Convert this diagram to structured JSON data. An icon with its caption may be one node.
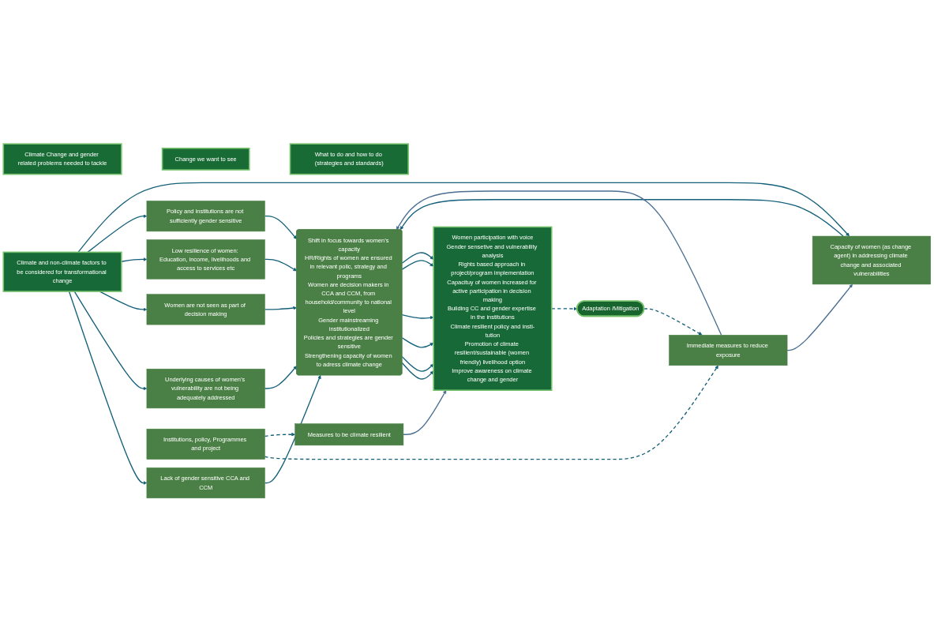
{
  "diagram": {
    "nodes": [
      {
        "text": [
          "Climate Change and gender related problems needed to tackle"
        ]
      },
      {
        "text": [
          "Change we want to see"
        ]
      },
      {
        "text": [
          "What to do and how to do (strategies and standards)"
        ]
      },
      {
        "text": [
          "Climate and non-climate factors to be considered for transformational change"
        ]
      },
      {
        "text": [
          "Lack of gender sensitive CCA and CCM"
        ]
      },
      {
        "text": [
          "Underlying causes of women’s vulnerability are not being adequately addressed"
        ]
      },
      {
        "text": [
          "Women are not seen as part of decision making"
        ]
      },
      {
        "text": [
          "Low resilience of women: Education, income, livelihoods and access to services etc"
        ]
      },
      {
        "text": [
          "Policy and institutions are not sufficiently gender sensitive"
        ]
      },
      {
        "text": [
          "Capacity of women (as change agent) in addressing climate change and associated vulnerabilities"
        ]
      },
      {
        "text": [
          "Shift in focus towards women’s capacity",
          "HR/Rights of women are ensured in relevant polic, strategy and programs",
          "Women are decision makers in CCA and CCM, from household/community to national level",
          "Gender mainstreaming institutionalized",
          "Policies and strategies are gender sensitive",
          "Strengthening capacity of women to adress climate change"
        ]
      },
      {
        "text": [
          "Women participation with voice",
          "Gender sensetive and vulnerability analysis",
          "Rights based approach in project/program implementation",
          "Capacituy of women increased for active participation in decision making",
          "Building CC and gender expertise in the institutions",
          "Climate resilient policy and insti-tution",
          "Promotion of climate resilient/sustainable (women friendly) livelihood option",
          "Improve awareness on climate change and gender"
        ]
      },
      {
        "text": [
          "Immediate measures to reduce exposure"
        ]
      },
      {
        "text": [
          "Adaptation /Mitigation"
        ]
      },
      {
        "text": [
          "Institutions, policy, Programmes and project"
        ]
      },
      {
        "text": [
          "Measures to be climate resilient"
        ]
      }
    ],
    "edges": [
      {
        "from": 3,
        "to": 4,
        "arrow": "to"
      },
      {
        "from": 3,
        "to": 5,
        "arrow": "to"
      },
      {
        "from": 3,
        "to": 6,
        "arrow": "to"
      },
      {
        "from": 3,
        "to": 7,
        "arrow": "to"
      },
      {
        "from": 3,
        "to": 8,
        "arrow": "to"
      },
      {
        "from": 3,
        "to": 9,
        "arrow": "to"
      },
      {
        "from": 4,
        "to": 10,
        "arrow": "to"
      },
      {
        "from": 5,
        "to": 10,
        "arrow": "to"
      },
      {
        "from": 6,
        "to": 10,
        "arrow": "to"
      },
      {
        "from": 7,
        "to": 10,
        "arrow": "to"
      },
      {
        "from": 8,
        "to": 10,
        "arrow": "to"
      },
      {
        "from": 9,
        "to": 10,
        "arrow": "to"
      },
      {
        "from": 10,
        "to": 11,
        "arrow": "to"
      },
      {
        "from": 10,
        "to": 11,
        "arrow": "to"
      },
      {
        "from": 10,
        "to": 11,
        "arrow": "to"
      },
      {
        "from": 10,
        "to": 11,
        "arrow": "to"
      },
      {
        "from": 10,
        "to": 11,
        "arrow": "to"
      },
      {
        "from": 10,
        "to": 11,
        "arrow": "to"
      },
      {
        "from": 12,
        "to": 9,
        "arrow": "to",
        "color": "#4a6f92"
      },
      {
        "from": 12,
        "to": 10,
        "arrow": "to",
        "color": "#4a6f92"
      },
      {
        "from": 13,
        "to": 12,
        "arrow": "to",
        "style": "dashed"
      },
      {
        "from": 14,
        "to": 12,
        "arrow": "to",
        "style": "dashed"
      },
      {
        "from": 14,
        "to": 15,
        "arrow": "to",
        "style": "dashed"
      },
      {
        "from": 15,
        "to": 11,
        "arrow": "to",
        "color": "#4a6f92"
      },
      {
        "from": 11,
        "to": 13,
        "arrow": "to",
        "style": "dashed"
      }
    ]
  }
}
